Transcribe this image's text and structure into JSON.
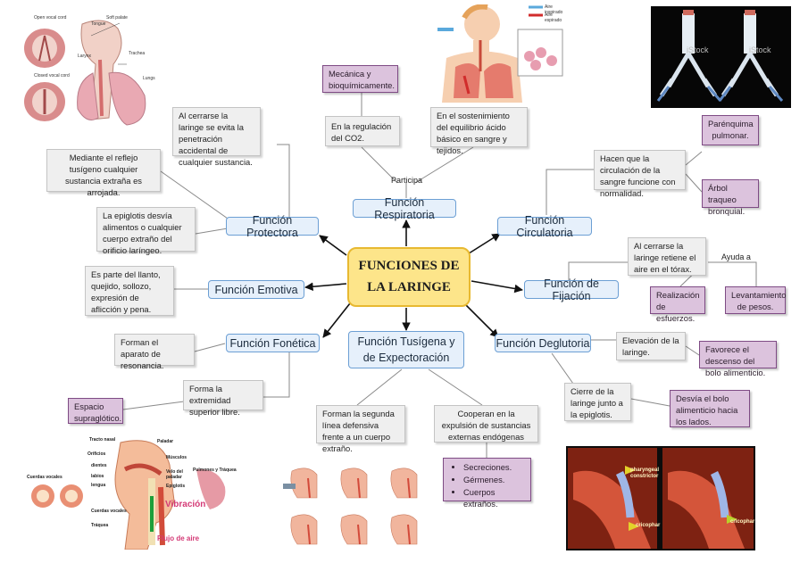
{
  "center": {
    "line1": "FUNCIONES DE",
    "line2": "LA LARINGE"
  },
  "functions": {
    "respiratoria": "Función Respiratoria",
    "protectora": "Función Protectora",
    "circulatoria": "Función Circulatoria",
    "emotiva": "Función Emotiva",
    "fijacion": "Función de Fijación",
    "fonetica": "Función Fonética",
    "tusigena": "Función Tusígena y de Expectoración",
    "deglutoria": "Función Deglutoria"
  },
  "labels": {
    "participa": "Participa",
    "ayuda_a": "Ayuda a"
  },
  "respiratoria": {
    "mecanica": "Mecánica y bioquímicamente.",
    "co2": "En la regulación del CO2.",
    "equilibrio": "En el sostenimiento del equilibrio ácido básico en sangre y tejidos."
  },
  "protectora": {
    "cerrarse": "Al cerrarse la laringe se evita la penetración accidental de cualquier sustancia.",
    "reflejo": "Mediante el reflejo tusígeno cualquier sustancia extraña es arrojada.",
    "epiglotis": "La epiglotis desvía alimentos o cualquier cuerpo extraño del orificio laríngeo."
  },
  "circulatoria": {
    "sangre": "Hacen que la circulación de la sangre funcione con normalidad.",
    "parenquima": "Parénquima pulmonar.",
    "arbol": "Árbol traqueo bronquial."
  },
  "emotiva": {
    "llanto": "Es parte del llanto, quejido, sollozo, expresión de aflicción y pena."
  },
  "fijacion": {
    "torax": "Al cerrarse la laringe retiene el aire en el tórax.",
    "esfuerzos": "Realización de esfuerzos.",
    "pesos": "Levantamiento de pesos."
  },
  "fonetica": {
    "resonancia": "Forman el aparato de resonancia.",
    "extremidad": "Forma la extremidad superior libre.",
    "espacio": "Espacio supraglótico."
  },
  "tusigena": {
    "segunda": "Forman la segunda línea defensiva frente a un cuerpo extraño.",
    "cooperan": "Cooperan en la expulsión de sustancias externas endógenas",
    "items": [
      "Secreciones.",
      "Gérmenes.",
      "Cuerpos extraños."
    ]
  },
  "deglutoria": {
    "elevacion": "Elevación de la laringe.",
    "descenso": "Favorece el descenso del bolo alimenticio.",
    "cierre": "Cierre de la laringe junto a la epiglotis.",
    "desvia": "Desvía el bolo alimenticio hacia los lados."
  },
  "images": {
    "top_left": {
      "open": "Open vocal cord",
      "closed": "Closed vocal cord",
      "soft_palate": "Soft palate",
      "tongue": "Tongue",
      "larynx": "Larynx",
      "trachea": "Trachea",
      "lungs": "Lungs"
    },
    "top_center": {
      "inspirado": "Aire inspirado",
      "espirado": "Aire espirado"
    },
    "top_right": {
      "watermark": "iStock"
    },
    "bottom_left": {
      "tracto": "Tracto nasal",
      "paladar": "Paladar",
      "orificios": "Orificios",
      "musculos": "Músculos",
      "dientes": "dientes",
      "velo": "Velo del paladar",
      "labios": "labios",
      "lengua": "lengua",
      "epiglotis": "Epiglotis",
      "pulmones": "Pulmones y Tráquea",
      "cuerdas": "Cuerdas vocales",
      "cuerdas2": "Cuerdas vocales",
      "vibracion": "Vibración",
      "traquea": "Tráquea",
      "flujo": "Flujo de aire"
    },
    "bottom_right": {
      "constrictor": "pharyngeal constrictor",
      "cricophar": "cricophar",
      "cricophar2": "cricophar"
    }
  },
  "colors": {
    "center_fill": "#fde58a",
    "function_fill": "#e6f0fb",
    "function_border": "#6c9fd4",
    "note_fill": "#efefef",
    "highlight_fill": "#dcc3dd",
    "highlight_border": "#7e4b84"
  }
}
